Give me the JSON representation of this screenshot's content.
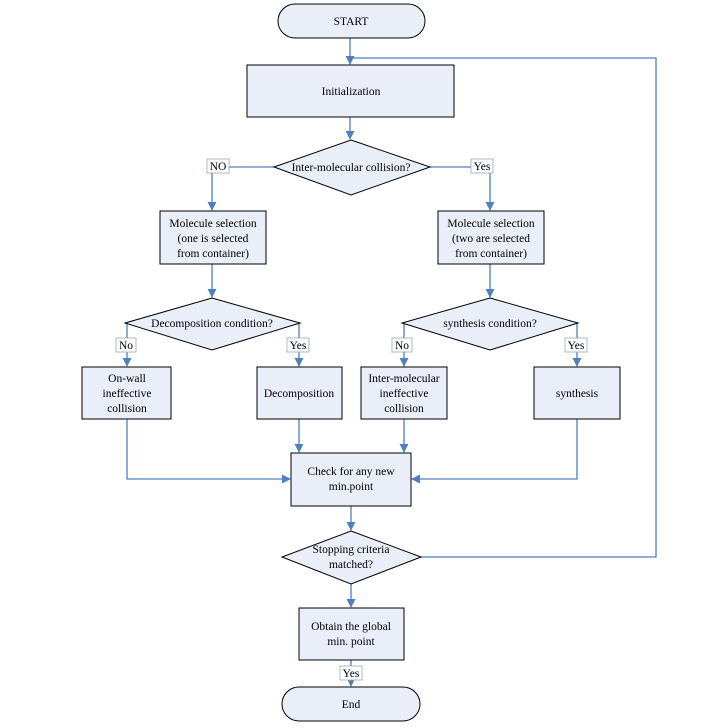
{
  "nodes": {
    "start": "START",
    "init": "Initialization",
    "inter_collision": "Inter-molecular collision?",
    "mol_sel_one": [
      "Molecule selection",
      "(one is selected",
      "from container)"
    ],
    "mol_sel_two": [
      "Molecule selection",
      "(two are selected",
      "from container)"
    ],
    "decomp_cond": "Decomposition condition?",
    "synth_cond": "synthesis condition?",
    "onwall": [
      "On-wall",
      "ineffective",
      "collision"
    ],
    "decomposition": "Decomposition",
    "inter_ineff": [
      "Inter-molecular",
      "ineffective",
      "collision"
    ],
    "synthesis": "synthesis",
    "check_min": [
      "Check for any new",
      "min.point"
    ],
    "stop_crit": [
      "Stopping criteria",
      "matched?"
    ],
    "obtain_global": [
      "Obtain the global",
      "min. point"
    ],
    "end": "End"
  },
  "edge_labels": {
    "inter_no": "NO",
    "inter_yes": "Yes",
    "decomp_no": "No",
    "decomp_yes": "Yes",
    "synth_no": "No",
    "synth_yes": "Yes",
    "stop_yes": "Yes"
  },
  "colors": {
    "shape_fill": "#e9eef8",
    "connector": "#4f7fbf"
  }
}
